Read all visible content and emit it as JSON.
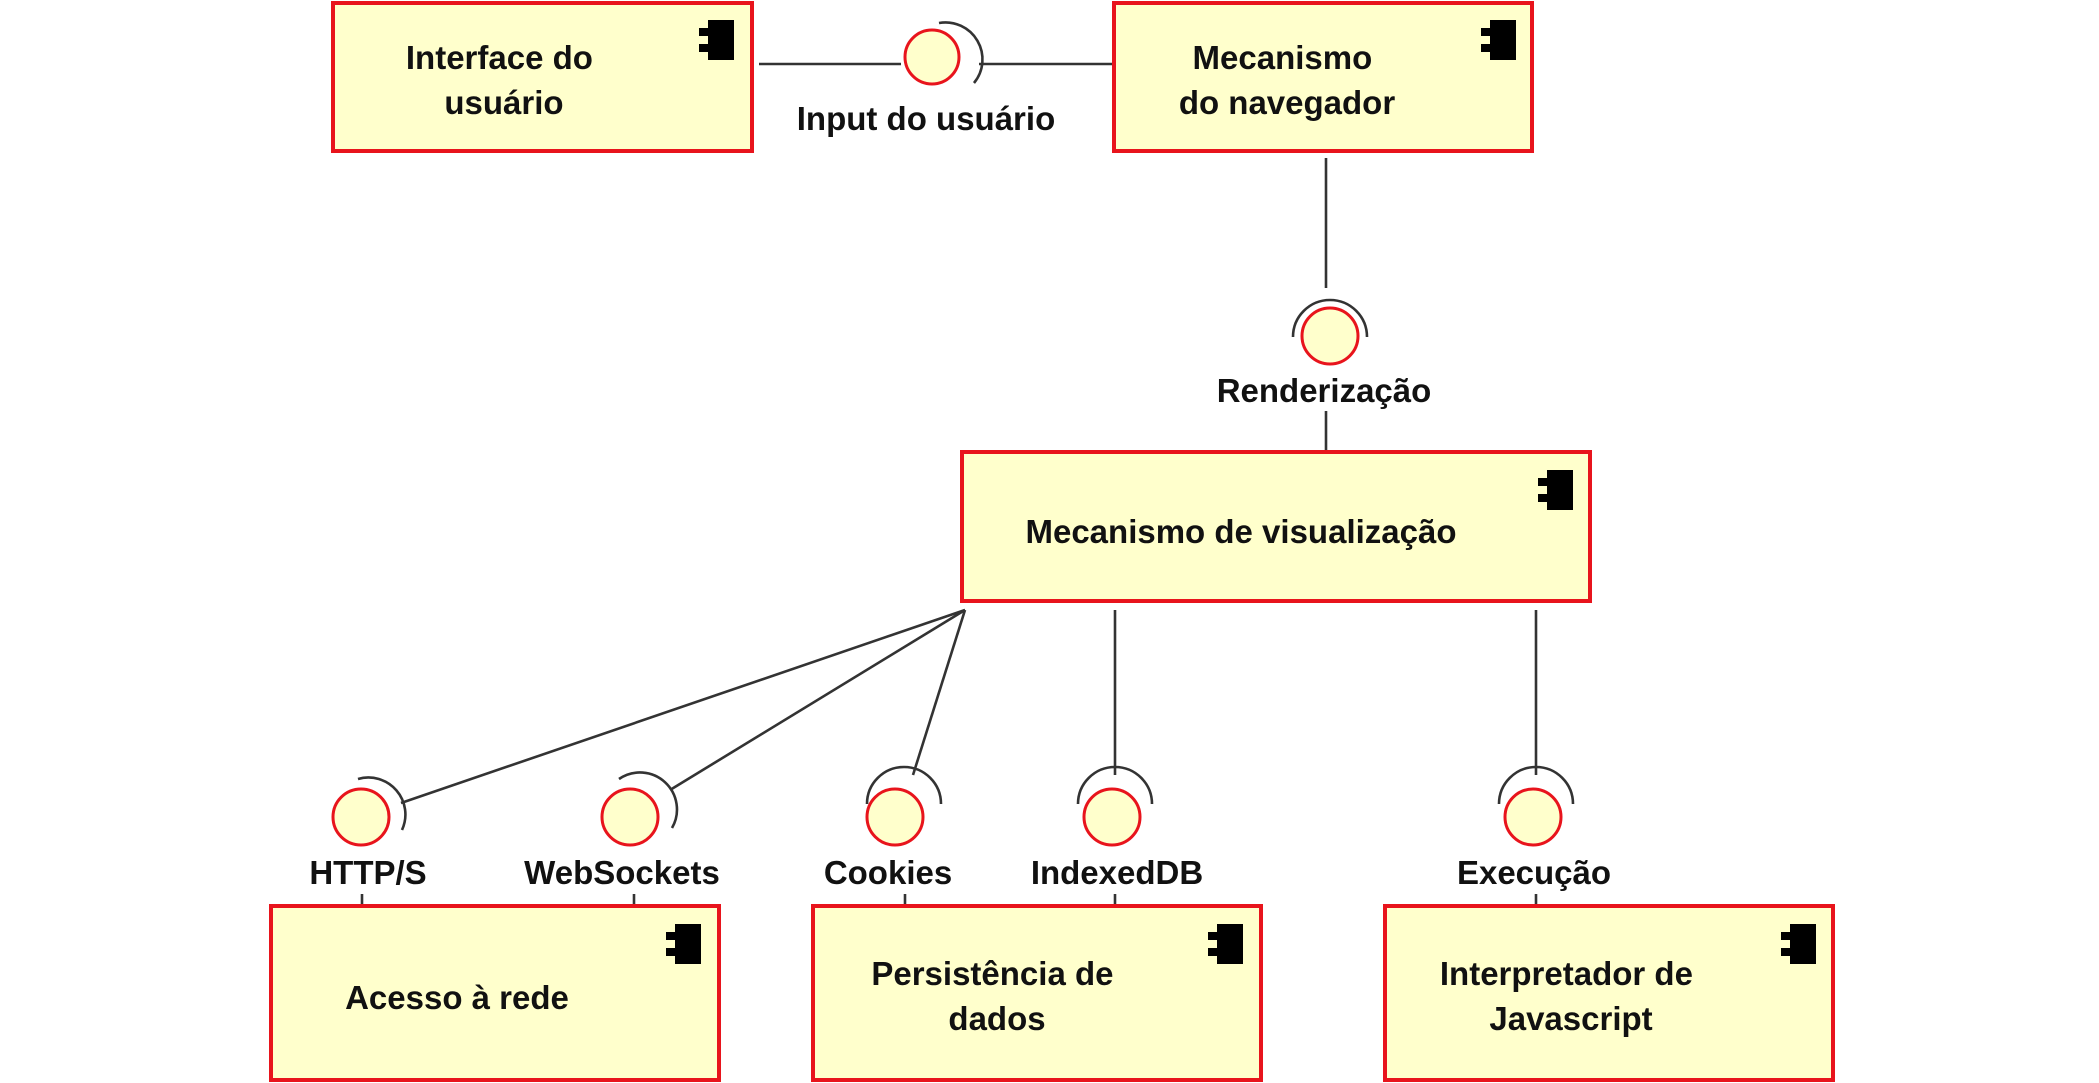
{
  "components": {
    "interface_usuario": {
      "lines": [
        "Interface do",
        "usuário"
      ]
    },
    "mecanismo_navegador": {
      "lines": [
        "Mecanismo",
        "do navegador"
      ]
    },
    "mecanismo_visualizacao": {
      "lines": [
        "Mecanismo de visualização"
      ]
    },
    "acesso_rede": {
      "lines": [
        "Acesso à rede"
      ]
    },
    "persistencia_dados": {
      "lines": [
        "Persistência de",
        "dados"
      ]
    },
    "interpretador_js": {
      "lines": [
        "Interpretador de",
        "Javascript"
      ]
    }
  },
  "interfaces": {
    "input_usuario": "Input do usuário",
    "renderizacao": "Renderização",
    "http": "HTTP/S",
    "websockets": "WebSockets",
    "cookies": "Cookies",
    "indexeddb": "IndexedDB",
    "execucao": "Execução"
  },
  "colors": {
    "component_fill": "#ffffcc",
    "component_border": "#e8141c",
    "connector": "#333333"
  },
  "icons": {
    "component": "uml-component-icon",
    "provided_interface": "lollipop-ball",
    "required_interface": "socket-arc"
  }
}
